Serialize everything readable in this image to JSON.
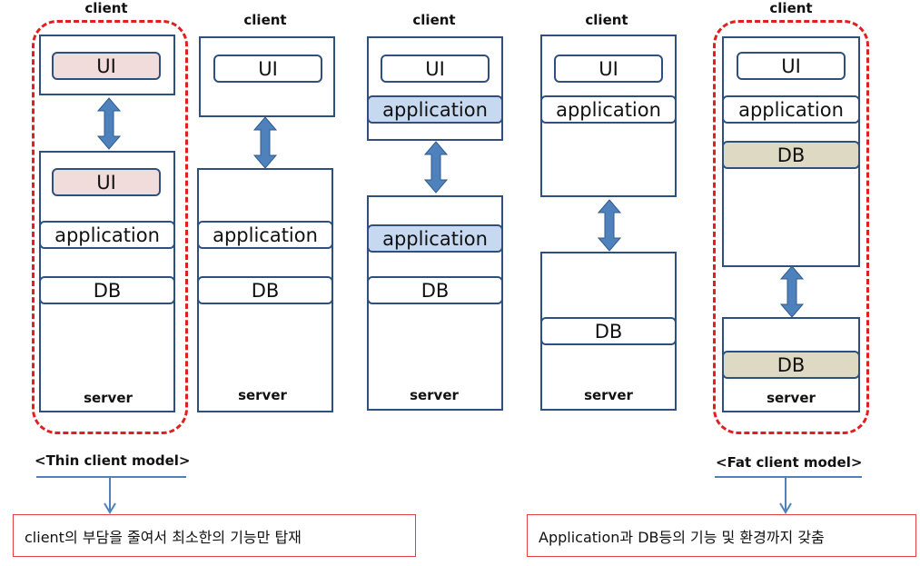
{
  "columns": [
    {
      "client_label": "client",
      "client_items": [
        "UI"
      ],
      "server_items": [
        "UI",
        "application",
        "DB"
      ],
      "server_label": "server"
    },
    {
      "client_label": "client",
      "client_items": [
        "UI"
      ],
      "server_items": [
        "application",
        "DB"
      ],
      "server_label": "server"
    },
    {
      "client_label": "client",
      "client_items": [
        "UI",
        "application"
      ],
      "server_items": [
        "application",
        "DB"
      ],
      "server_label": "server"
    },
    {
      "client_label": "client",
      "client_items": [
        "UI",
        "application"
      ],
      "server_items": [
        "DB"
      ],
      "server_label": "server"
    },
    {
      "client_label": "client",
      "client_items": [
        "UI",
        "application",
        "DB"
      ],
      "server_items": [
        "DB"
      ],
      "server_label": "server"
    }
  ],
  "models": {
    "thin": {
      "label": "<Thin client model>",
      "note": "client의 부담을 줄여서 최소한의 기능만 탑재"
    },
    "fat": {
      "label": "<Fat client model>",
      "note": "Application과 DB등의 기능 및 환경까지 갖춤"
    }
  },
  "colors": {
    "box_border": "#2f4f7f",
    "arrow": "#4f81bd",
    "dashed_highlight": "#e02020",
    "ui_highlight": "#f2dcdb",
    "application_highlight": "#c6d9f1",
    "db_highlight": "#ddd9c3"
  }
}
